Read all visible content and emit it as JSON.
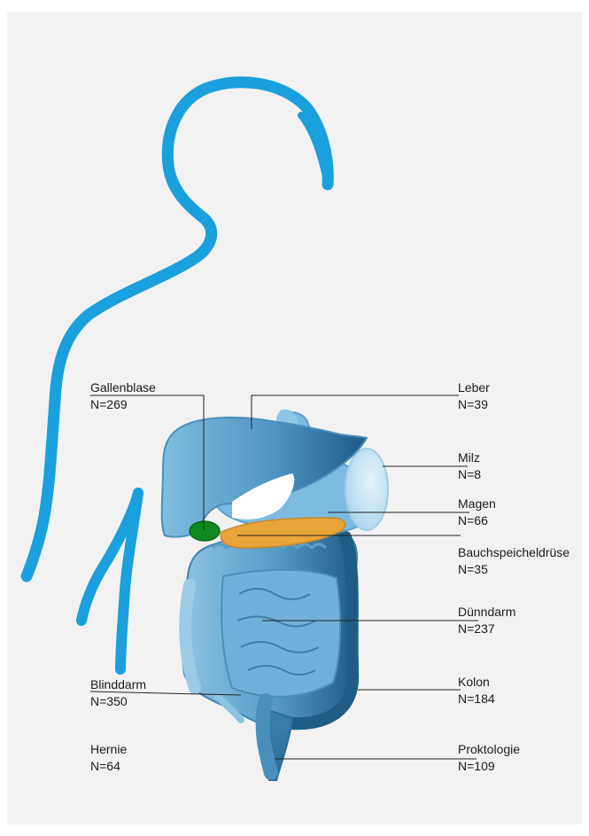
{
  "colors": {
    "silhouette": "#1aa0dc",
    "organ_light": "#79b8da",
    "organ_dark": "#1f5d84",
    "gallbladder": "#0e8a1e",
    "pancreas": "#e9a43a",
    "leader_line": "#222222"
  },
  "organs": {
    "gallenblase": {
      "name": "Gallenblase",
      "count": "N=269"
    },
    "leber": {
      "name": "Leber",
      "count": "N=39"
    },
    "milz": {
      "name": "Milz",
      "count": "N=8"
    },
    "magen": {
      "name": "Magen",
      "count": "N=66"
    },
    "bauchspeicheldruese": {
      "name": "Bauchspeicheldrüse",
      "count": "N=35"
    },
    "duenndarm": {
      "name": "Dünndarm",
      "count": "N=237"
    },
    "blinddarm": {
      "name": "Blinddarm",
      "count": "N=350"
    },
    "kolon": {
      "name": "Kolon",
      "count": "N=184"
    },
    "hernie": {
      "name": "Hernie",
      "count": "N=64"
    },
    "proktologie": {
      "name": "Proktologie",
      "count": "N=109"
    }
  }
}
